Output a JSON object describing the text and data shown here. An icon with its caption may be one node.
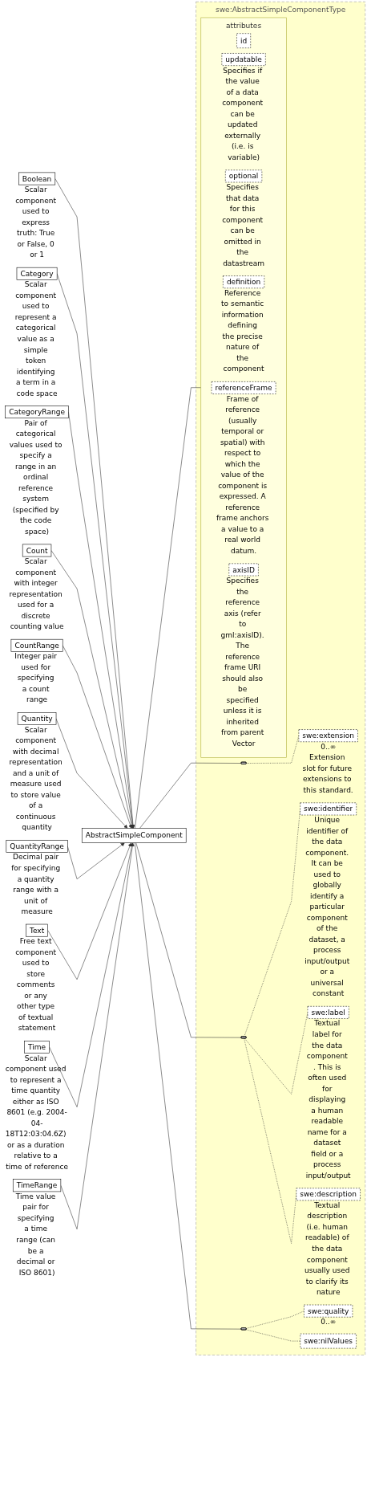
{
  "diagram": {
    "nodes": [
      {
        "text": [
          "swe:AbstractSimpleComponentType"
        ]
      },
      {
        "text": [
          "attributes"
        ],
        "in": 0
      },
      {
        "text": [
          "id"
        ],
        "in": 1
      },
      {
        "text": [
          "updatable"
        ],
        "in": 1,
        "beside": [
          "Specifies if the value of a data component can be updated externally (i.e. is variable)"
        ]
      },
      {
        "text": [
          "optional"
        ],
        "in": 1,
        "beside": [
          "Specifies that data for this component can be omitted in the datastream"
        ]
      },
      {
        "text": [
          "definition"
        ],
        "in": 1,
        "beside": [
          "Reference to semantic information defining the precise nature of the component"
        ]
      },
      {
        "text": [
          "referenceFrame"
        ],
        "in": 1,
        "beside": [
          "Frame of reference (usually temporal or spatial) with respect to which the value of the component is expressed. A reference frame anchors a value to a real world datum."
        ]
      },
      {
        "text": [
          "axisID"
        ],
        "in": 1,
        "beside": [
          "Specifies the reference axis (refer to gml:axisID). The reference frame URI should also be specified unless it is inherited from parent Vector"
        ]
      },
      {
        "text": [],
        "shape": "octagon",
        "in": 0
      },
      {
        "text": [
          "swe:extension"
        ],
        "in": 0,
        "beside": [
          "0..∞",
          "Extension slot for future extensions to this standard."
        ]
      },
      {
        "text": [],
        "shape": "octagon",
        "in": 0
      },
      {
        "text": [
          "swe:identifier"
        ],
        "in": 0,
        "beside": [
          "Unique identifier of the data component. It can be used to globally identify a particular component of the dataset, a process input/output or a universal constant"
        ]
      },
      {
        "text": [
          "swe:label"
        ],
        "in": 0,
        "beside": [
          "Textual label for the data component . This is often used for displaying a human readable name for a dataset field or a process input/output"
        ]
      },
      {
        "text": [
          "swe:description"
        ],
        "in": 0,
        "beside": [
          "Textual description (i.e. human readable) of the data component usually used to clarify its nature"
        ]
      },
      {
        "text": [],
        "shape": "octagon",
        "in": 0
      },
      {
        "text": [
          "swe:quality"
        ],
        "in": 0,
        "beside": [
          "0..∞"
        ]
      },
      {
        "text": [
          "swe:nilValues"
        ],
        "in": 0
      },
      {
        "text": [
          "AbstractSimpleComponent"
        ]
      },
      {
        "text": [
          "Boolean"
        ],
        "beside": [
          "Scalar component used to express truth: True or False, 0 or 1"
        ]
      },
      {
        "text": [
          "Category"
        ],
        "beside": [
          "Scalar component used to represent a categorical value as a simple token identifying a term in a code space"
        ]
      },
      {
        "text": [
          "CategoryRange"
        ],
        "beside": [
          "Pair of categorical values used to specify a range in an ordinal reference system (specified by the code space)"
        ]
      },
      {
        "text": [
          "Count"
        ],
        "beside": [
          "Scalar component with integer representation used for a discrete counting value"
        ]
      },
      {
        "text": [
          "CountRange"
        ],
        "beside": [
          "Integer pair used for specifying a count range"
        ]
      },
      {
        "text": [
          "Quantity"
        ],
        "beside": [
          "Scalar component with decimal representation and a unit of measure used to store value of a continuous quantity"
        ]
      },
      {
        "text": [
          "QuantityRange"
        ],
        "beside": [
          "Decimal pair for specifying a quantity range with a unit of measure"
        ]
      },
      {
        "text": [
          "Text"
        ],
        "beside": [
          "Free text component used to store comments or any other type of textual statement"
        ]
      },
      {
        "text": [
          "Time"
        ],
        "beside": [
          "Scalar component used to represent a time quantity either as ISO 8601 (e.g. 2004-04-18T12:03:04.6Z) or as a duration relative to a time of reference"
        ]
      },
      {
        "text": [
          "TimeRange"
        ],
        "beside": [
          "Time value pair for specifying a time range (can be a decimal or ISO 8601)"
        ]
      }
    ],
    "edges": [
      {
        "from": 17,
        "to": 1,
        "arrow": "none"
      },
      {
        "from": 17,
        "to": 8,
        "arrow": "none"
      },
      {
        "from": 17,
        "to": 10,
        "arrow": "none"
      },
      {
        "from": 17,
        "to": 14,
        "arrow": "none"
      },
      {
        "from": 8,
        "to": 9,
        "arrow": "none",
        "style": "dashed"
      },
      {
        "from": 10,
        "to": 11,
        "arrow": "none",
        "style": "dashed"
      },
      {
        "from": 10,
        "to": 12,
        "arrow": "none",
        "style": "dashed"
      },
      {
        "from": 10,
        "to": 13,
        "arrow": "none",
        "style": "dashed"
      },
      {
        "from": 14,
        "to": 15,
        "arrow": "none",
        "style": "dashed"
      },
      {
        "from": 14,
        "to": 16,
        "arrow": "none",
        "style": "dashed"
      },
      {
        "from": 18,
        "to": 17,
        "arrow": "to"
      },
      {
        "from": 19,
        "to": 17,
        "arrow": "to"
      },
      {
        "from": 20,
        "to": 17,
        "arrow": "to"
      },
      {
        "from": 21,
        "to": 17,
        "arrow": "to"
      },
      {
        "from": 22,
        "to": 17,
        "arrow": "to"
      },
      {
        "from": 23,
        "to": 17,
        "arrow": "to"
      },
      {
        "from": 24,
        "to": 17,
        "arrow": "to"
      },
      {
        "from": 25,
        "to": 17,
        "arrow": "to"
      },
      {
        "from": 26,
        "to": 17,
        "arrow": "to"
      },
      {
        "from": 27,
        "to": 17,
        "arrow": "to"
      }
    ]
  }
}
